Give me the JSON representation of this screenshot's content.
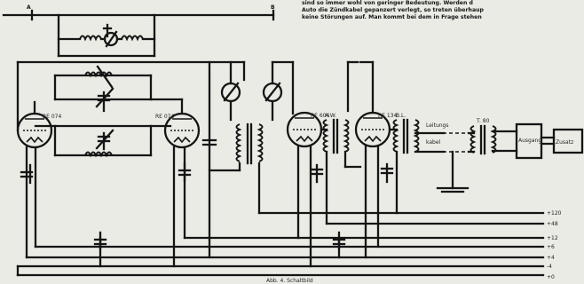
{
  "page_text": {
    "lines": [
      "sind so immer wohl von geringer Bedeutung. Werden d",
      "Auto die Zündkabel gepanzert verlegt, so treten überhaup",
      "keine Störungen auf. Man kommt bei dem in Frage stehen"
    ]
  },
  "terminals": {
    "top_left": "A",
    "top_right": "B"
  },
  "tubes": [
    {
      "id": "v1",
      "label": "RE 074"
    },
    {
      "id": "v2",
      "label": "RE 074"
    },
    {
      "id": "v3",
      "label": "RE 604"
    },
    {
      "id": "v4",
      "label": "RE 134"
    }
  ],
  "transformer_labels": [
    "A.W.",
    "B.L."
  ],
  "line_label": {
    "top": "Leitungs",
    "bottom": "kabel"
  },
  "output_transformer_label": "T. 80",
  "boxes": [
    {
      "id": "box1",
      "label": "Ausgang"
    },
    {
      "id": "box2",
      "label": "Zusatz"
    }
  ],
  "rails": [
    {
      "id": "rail-1",
      "label": "+120"
    },
    {
      "id": "rail-2",
      "label": "+48"
    },
    {
      "id": "rail-3",
      "label": "+12"
    },
    {
      "id": "rail-4",
      "label": "+6"
    },
    {
      "id": "rail-5",
      "label": "+4"
    },
    {
      "id": "rail-6",
      "label": "-4"
    },
    {
      "id": "rail-7",
      "label": "+0"
    }
  ],
  "caption": "Abb. 4. Schaltbild"
}
